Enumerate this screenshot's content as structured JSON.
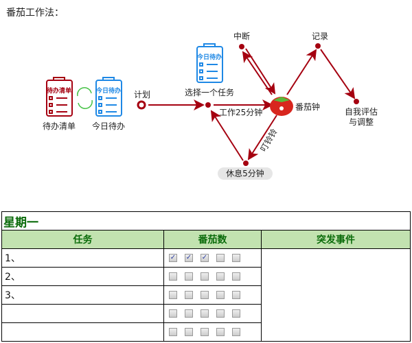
{
  "title": "番茄工作法：",
  "diagram": {
    "todo_list": "待办清单",
    "todo_list_icon_text": "待办清单",
    "today_todo": "今日待办",
    "today_todo_icon_text": "今日待办",
    "plan": "计划",
    "select_task": "选择一个任务",
    "select_icon_text": "今日待办",
    "work": "工作25分钟",
    "pomodoro": "番茄钟",
    "interrupt": "中断",
    "record": "记录",
    "evaluate_1": "自我评估",
    "evaluate_2": "与调整",
    "ring": "叮铃铃",
    "rest": "休息5分钟",
    "colors": {
      "red": "#a50010",
      "blue": "#1e88e5",
      "green": "#46c246"
    }
  },
  "table": {
    "day": "星期一",
    "headers": [
      "任务",
      "番茄数",
      "突发事件"
    ],
    "rows": [
      {
        "task": "1、",
        "checked": [
          true,
          true,
          true,
          false,
          false
        ]
      },
      {
        "task": "2、",
        "checked": [
          false,
          false,
          false,
          false,
          false
        ]
      },
      {
        "task": "3、",
        "checked": [
          false,
          false,
          false,
          false,
          false
        ]
      },
      {
        "task": "",
        "checked": [
          false,
          false,
          false,
          false,
          false
        ]
      },
      {
        "task": "",
        "checked": [
          false,
          false,
          false,
          false,
          false
        ]
      }
    ]
  }
}
